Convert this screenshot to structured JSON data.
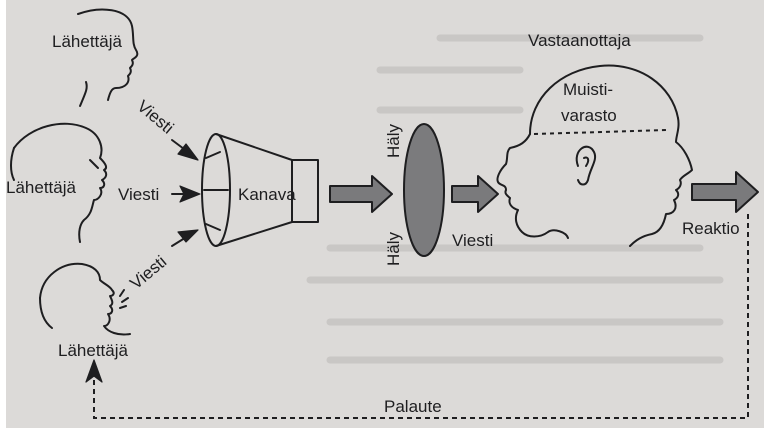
{
  "labels": {
    "sender_top": "Lähettäjä",
    "sender_mid": "Lähettäjä",
    "sender_bottom": "Lähettäjä",
    "message_top": "Viesti",
    "message_mid": "Viesti",
    "message_bottom": "Viesti",
    "channel": "Kanava",
    "noise_top": "Häly",
    "noise_bottom": "Häly",
    "message_out": "Viesti",
    "receiver": "Vastaanottaja",
    "memory_line1": "Muisti-",
    "memory_line2": "varasto",
    "reaction": "Reaktio",
    "feedback": "Palaute"
  },
  "colors": {
    "paper": "#dcdad8",
    "ink": "#1e1e20",
    "arrow_fill": "#7a7a7c",
    "noise_fill": "#7b7b7d"
  },
  "icons": {
    "sender_heads": "human-head-profile-icon",
    "channel": "funnel-icon",
    "noise": "ellipse-icon",
    "receiver": "two-face-head-icon",
    "ear": "ear-icon"
  }
}
